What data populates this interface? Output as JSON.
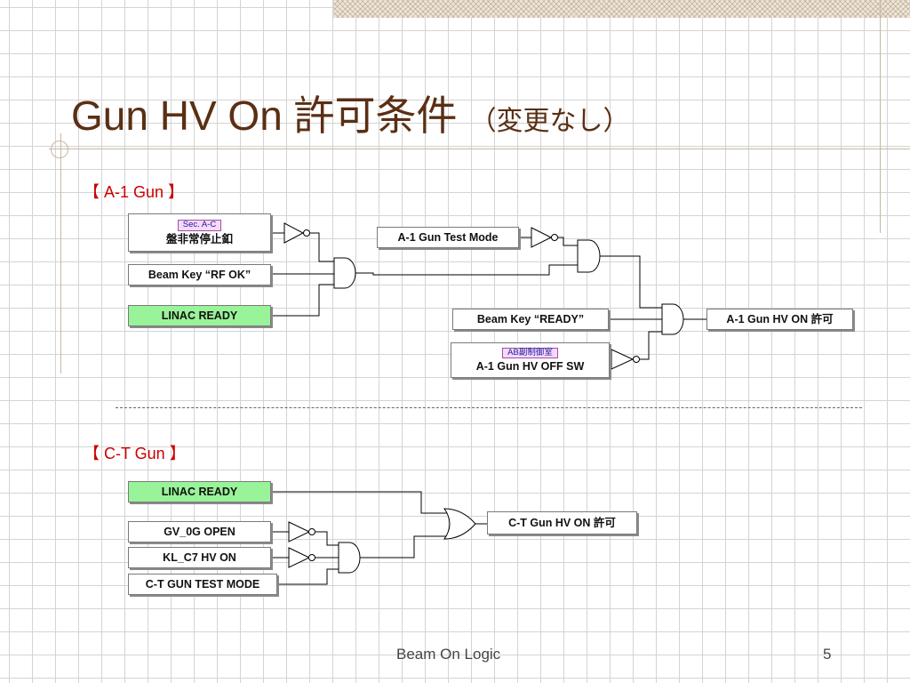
{
  "slide": {
    "title": "Gun HV On 許可条件",
    "subtitle": "（変更なし）",
    "footer_title": "Beam On Logic",
    "page_number": "5"
  },
  "sections": {
    "a1": {
      "label": "【 A-1 Gun 】"
    },
    "ct": {
      "label": "【 C-T Gun 】"
    }
  },
  "a1_inputs": {
    "emergency_stop": {
      "tag": "Sec. A-C",
      "label": "盤非常停止釦"
    },
    "beam_key_rf": {
      "label": "Beam Key “RF OK”"
    },
    "linac_ready": {
      "label": "LINAC  READY"
    },
    "test_mode": {
      "label": "A-1 Gun Test Mode"
    },
    "beam_key_ready": {
      "label": "Beam Key “READY”"
    },
    "hv_off_sw": {
      "tag": "AB副制御室",
      "label": "A-1 Gun HV OFF SW"
    },
    "output": {
      "label": "A-1 Gun HV ON  許可"
    }
  },
  "ct_inputs": {
    "linac_ready": {
      "label": "LINAC READY"
    },
    "gv_open": {
      "label": "GV_0G OPEN"
    },
    "kl_c7": {
      "label": "KL_C7 HV ON"
    },
    "test_mode": {
      "label": "C-T GUN TEST MODE"
    },
    "output": {
      "label": "C-T Gun HV ON  許可"
    }
  },
  "colors": {
    "title": "#5a2f14",
    "section_label": "#cc0000",
    "ready_box": "#99f399",
    "tag_background": "#f7d8f7",
    "wire": "#000000"
  }
}
